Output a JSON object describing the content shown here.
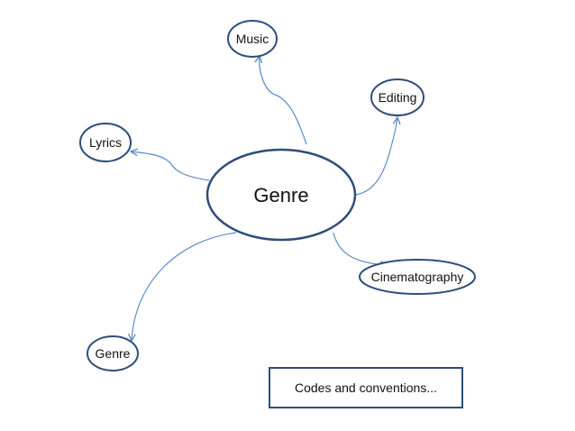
{
  "diagram": {
    "center": {
      "label": "Genre"
    },
    "nodes": {
      "music": {
        "label": "Music"
      },
      "editing": {
        "label": "Editing"
      },
      "lyrics": {
        "label": "Lyrics"
      },
      "cinematography": {
        "label": "Cinematography"
      },
      "genre": {
        "label": "Genre"
      }
    },
    "box": {
      "label": "Codes and conventions..."
    }
  },
  "colors": {
    "outline": "#2f4d7a",
    "connector": "#5b8cc8",
    "text": "#111111",
    "background": "#ffffff"
  }
}
